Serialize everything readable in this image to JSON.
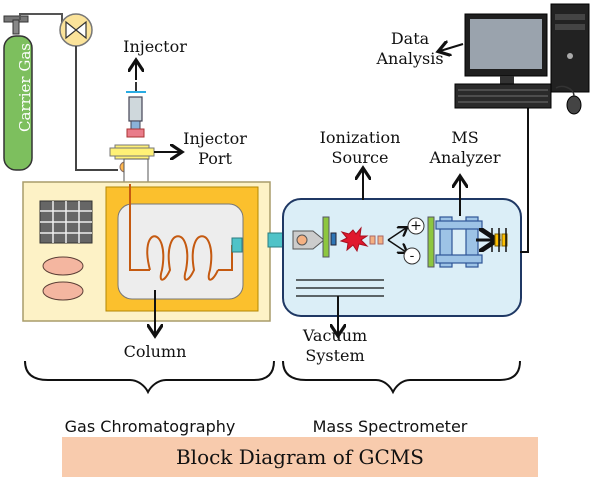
{
  "labels": {
    "carrier_gas": "Carrier Gas",
    "injector": "Injector",
    "injector_port": [
      "Injector",
      "Port"
    ],
    "ionization_source": [
      "Ionization",
      "Source"
    ],
    "ms_analyzer": [
      "MS",
      "Analyzer"
    ],
    "data_analysis": [
      "Data",
      "Analysis"
    ],
    "column": "Column",
    "vacuum_system": [
      "Vacuum",
      "System"
    ],
    "gas_chromatography": "Gas Chromatography",
    "mass_spectrometer": "Mass Spectrometer",
    "ion_plus": "+",
    "ion_minus": "-"
  },
  "title": "Block Diagram of GCMS",
  "colors": {
    "gas_cylinder": "#7dbf5e",
    "gc_body": "#fdf2c6",
    "oven": "#fbc02d",
    "ms_body": "#dbeef7",
    "ms_border": "#1f3864",
    "coil": "#c55a11",
    "transfer_line": "#4fc3c8",
    "title_bg": "#f8cbad",
    "ion_burst": "#e0182d"
  }
}
